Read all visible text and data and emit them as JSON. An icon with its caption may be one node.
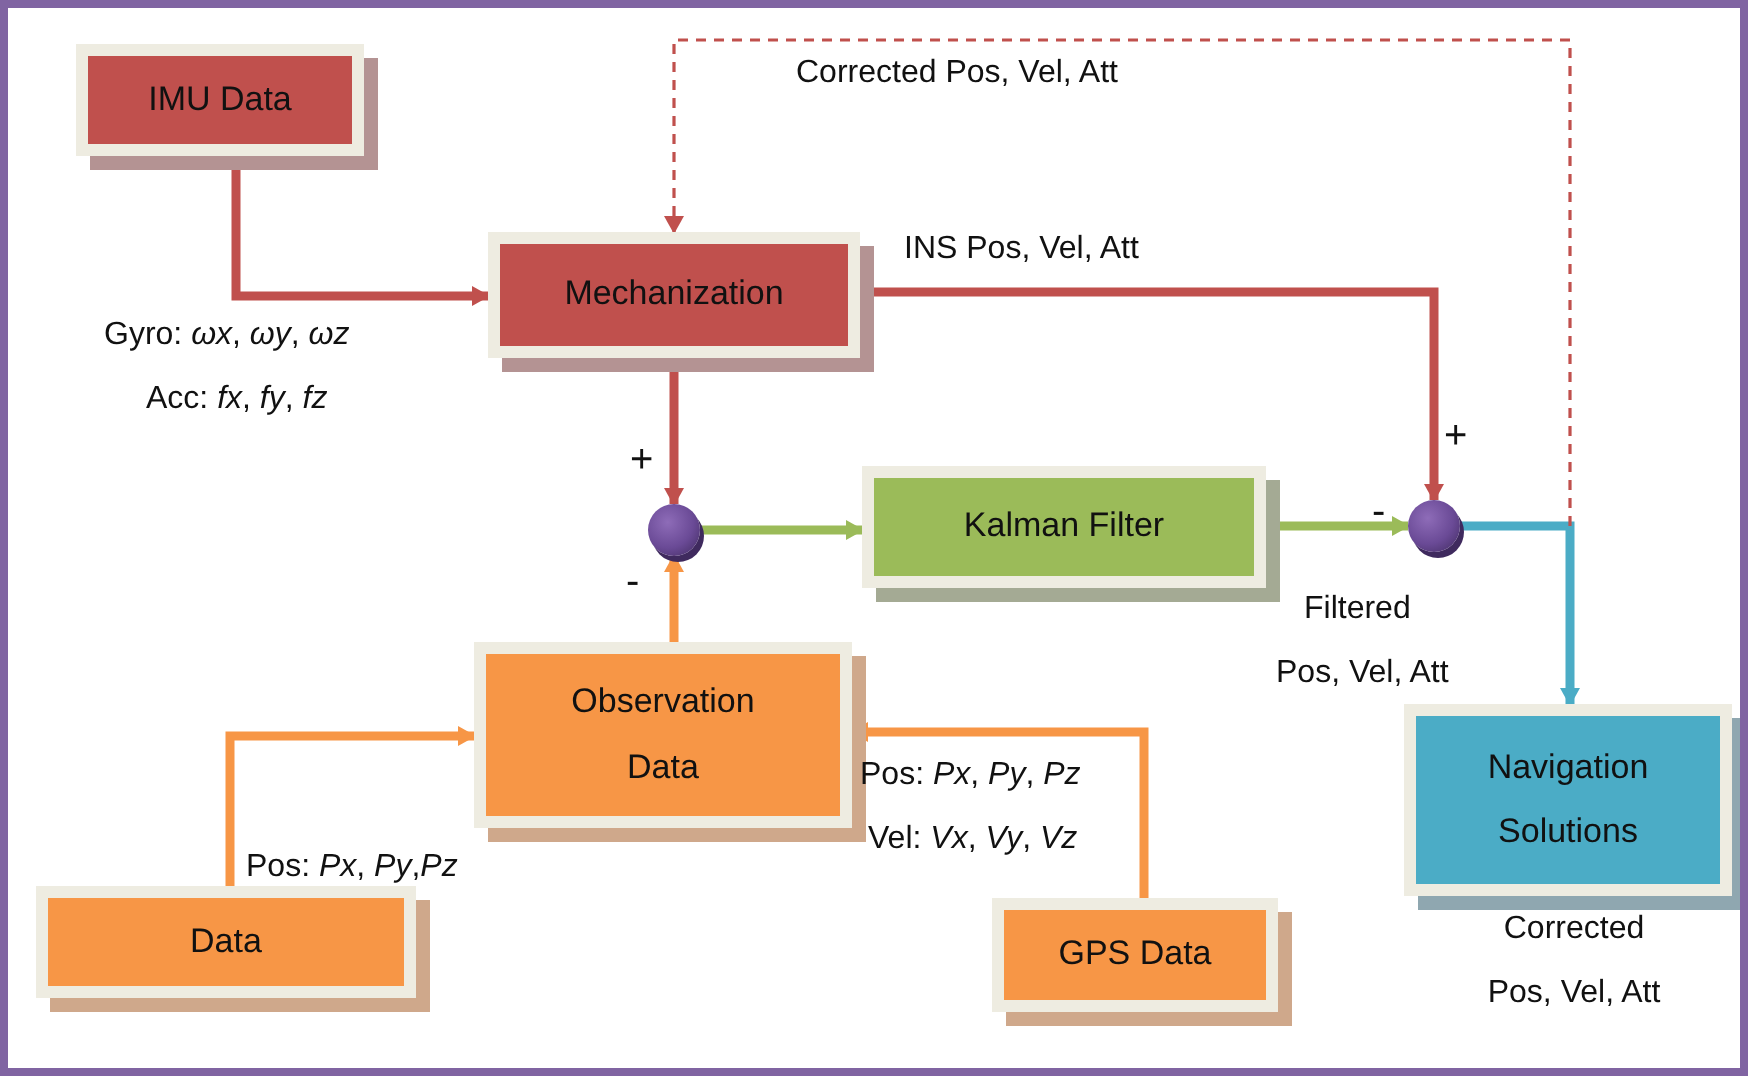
{
  "diagram": {
    "nodes": [
      {
        "text": [
          "IMU Data"
        ]
      },
      {
        "text": [
          "Mechanization"
        ]
      },
      {
        "text": [],
        "shape": "circle"
      },
      {
        "text": [
          "Kalman Filter"
        ]
      },
      {
        "text": [],
        "shape": "circle"
      },
      {
        "text": [
          "Observation Data"
        ]
      },
      {
        "text": [
          "Data"
        ]
      },
      {
        "text": [
          "GPS Data"
        ]
      },
      {
        "text": [
          "Navigation Solutions"
        ],
        "beside": [
          "Corrected",
          "Pos, Vel, Att"
        ]
      }
    ],
    "edges": [
      {
        "from": 0,
        "to": 1,
        "arrow": "to",
        "color": "#c0504d"
      },
      {
        "from": 1,
        "to": 4,
        "arrow": "to",
        "color": "#c0504d"
      },
      {
        "from": 1,
        "to": 2,
        "arrow": "to",
        "color": "#c0504d"
      },
      {
        "from": 2,
        "to": 3,
        "arrow": "to",
        "color": "#9bbb59"
      },
      {
        "from": 3,
        "to": 4,
        "arrow": "to",
        "color": "#9bbb59"
      },
      {
        "from": 5,
        "to": 2,
        "arrow": "to",
        "color": "#f79646"
      },
      {
        "from": 6,
        "to": 5,
        "arrow": "to",
        "color": "#f79646"
      },
      {
        "from": 7,
        "to": 5,
        "arrow": "to",
        "color": "#f79646"
      },
      {
        "from": 4,
        "to": 8,
        "arrow": "to",
        "color": "#4bacc6"
      },
      {
        "from": 4,
        "to": 1,
        "arrow": "to",
        "style": "dashed",
        "color": "#c0504d"
      }
    ],
    "labels": [
      "Corrected Pos, Vel, Att",
      "INS Pos, Vel, Att",
      "Gyro: *ωx*, *ωy*, *ωz*",
      "Acc: *fx*, *fy*, *fz*",
      "+",
      "-",
      "+",
      "-",
      "Filtered",
      "Pos, Vel, Att",
      "Pos: *Px*, *Py*,*Pz*",
      "Pos: *Px*, *Py*, *Pz*",
      "Vel: *Vx*, *Vy*, *Vz*"
    ]
  }
}
